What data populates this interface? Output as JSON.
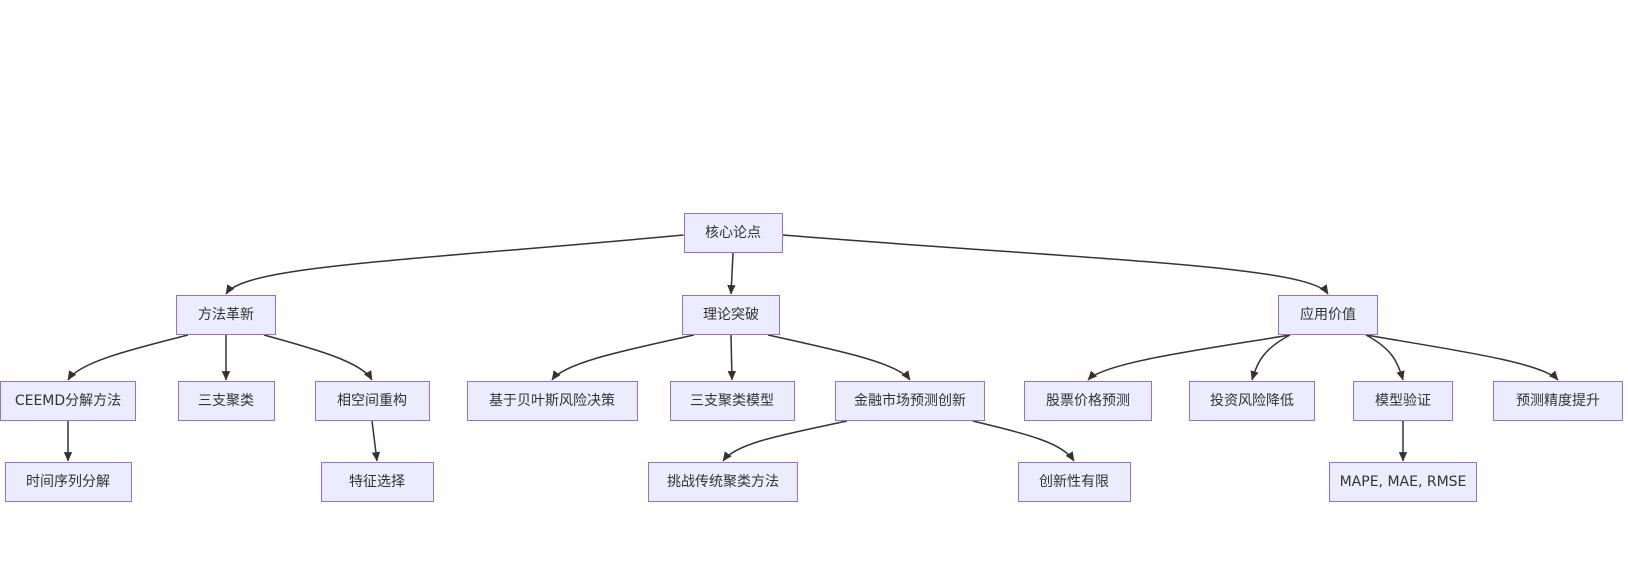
{
  "diagram": {
    "type": "flowchart-tree",
    "title": "核心论点",
    "colors": {
      "background": "#ffffff",
      "node_fill": "#ECECFF",
      "node_border": "#9370DB",
      "edge": "#333333",
      "text": "#333333"
    },
    "nodes": [
      {
        "id": "core",
        "label": "核心论点"
      },
      {
        "id": "method",
        "label": "方法革新"
      },
      {
        "id": "theory",
        "label": "理论突破"
      },
      {
        "id": "value",
        "label": "应用价值"
      },
      {
        "id": "ceemd",
        "label": "CEEMD分解方法"
      },
      {
        "id": "three_way",
        "label": "三支聚类"
      },
      {
        "id": "phase",
        "label": "相空间重构"
      },
      {
        "id": "bayes",
        "label": "基于贝叶斯风险决策"
      },
      {
        "id": "twc_model",
        "label": "三支聚类模型"
      },
      {
        "id": "fin_innov",
        "label": "金融市场预测创新"
      },
      {
        "id": "stock",
        "label": "股票价格预测"
      },
      {
        "id": "risk",
        "label": "投资风险降低"
      },
      {
        "id": "model_valid",
        "label": "模型验证"
      },
      {
        "id": "precision",
        "label": "预测精度提升"
      },
      {
        "id": "ts_decomp",
        "label": "时间序列分解"
      },
      {
        "id": "feature",
        "label": "特征选择"
      },
      {
        "id": "challenge",
        "label": "挑战传统聚类方法"
      },
      {
        "id": "limited",
        "label": "创新性有限"
      },
      {
        "id": "metrics",
        "label": "MAPE, MAE, RMSE"
      }
    ],
    "edges": [
      {
        "from": "core",
        "to": "method"
      },
      {
        "from": "core",
        "to": "theory"
      },
      {
        "from": "core",
        "to": "value"
      },
      {
        "from": "method",
        "to": "ceemd"
      },
      {
        "from": "method",
        "to": "three_way"
      },
      {
        "from": "method",
        "to": "phase"
      },
      {
        "from": "theory",
        "to": "bayes"
      },
      {
        "from": "theory",
        "to": "twc_model"
      },
      {
        "from": "theory",
        "to": "fin_innov"
      },
      {
        "from": "value",
        "to": "stock"
      },
      {
        "from": "value",
        "to": "risk"
      },
      {
        "from": "value",
        "to": "model_valid"
      },
      {
        "from": "value",
        "to": "precision"
      },
      {
        "from": "ceemd",
        "to": "ts_decomp"
      },
      {
        "from": "phase",
        "to": "feature"
      },
      {
        "from": "fin_innov",
        "to": "challenge"
      },
      {
        "from": "fin_innov",
        "to": "limited"
      },
      {
        "from": "model_valid",
        "to": "metrics"
      }
    ]
  }
}
